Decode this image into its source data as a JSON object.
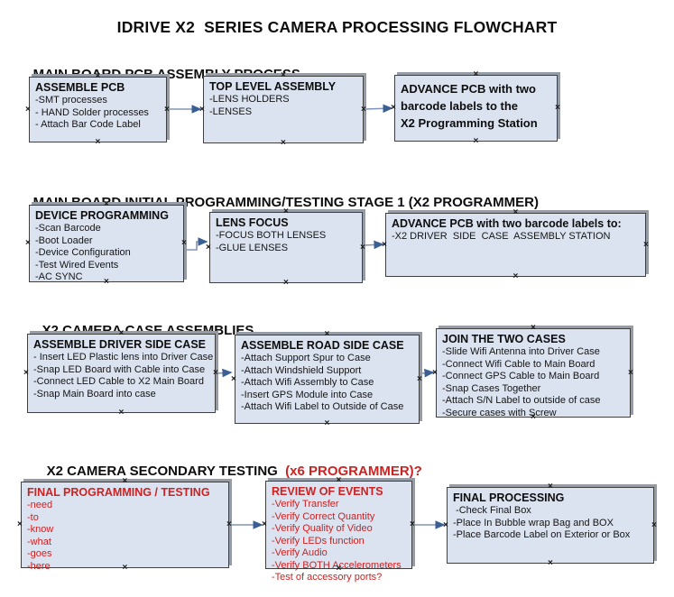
{
  "title": "IDRIVE X2  SERIES CAMERA PROCESSING FLOWCHART",
  "sections": [
    {
      "heading": "MAIN BOARD PCB ASSEMBLY PROCESS",
      "heading_red": ""
    },
    {
      "heading": "MAIN BOARD INITIAL PROGRAMMING/TESTING STAGE 1 (X2 PROGRAMMER)",
      "heading_red": ""
    },
    {
      "heading": "X2 CAMERA CASE ASSEMBLIES",
      "heading_red": ""
    },
    {
      "heading": "X2 CAMERA SECONDARY TESTING  ",
      "heading_red": "(x6 PROGRAMMER)?"
    }
  ],
  "boxes": {
    "assemble_pcb": {
      "title": "ASSEMBLE PCB",
      "items": [
        "-SMT processes",
        "- HAND Solder processes",
        "- Attach Bar Code Label"
      ]
    },
    "top_level_assembly": {
      "title": "TOP LEVEL ASSEMBLY",
      "items": [
        "-LENS HOLDERS",
        "-LENSES"
      ]
    },
    "advance_pcb_station": {
      "title": "ADVANCE PCB with two\nbarcode labels to the\n X2 Programming Station",
      "items": []
    },
    "device_programming": {
      "title": "DEVICE PROGRAMMING",
      "items": [
        "-Scan Barcode",
        "-Boot Loader",
        "-Device Configuration",
        "-Test Wired Events",
        "-AC SYNC"
      ]
    },
    "lens_focus": {
      "title": "LENS FOCUS",
      "items": [
        "-FOCUS BOTH LENSES",
        "-GLUE LENSES"
      ]
    },
    "advance_pcb_driver": {
      "title": "ADVANCE PCB with two barcode labels to:",
      "items": [
        "-X2 DRIVER  SIDE  CASE  ASSEMBLY STATION"
      ]
    },
    "assemble_driver_side_case": {
      "title": "ASSEMBLE DRIVER SIDE CASE",
      "items": [
        "- Insert LED Plastic lens into Driver Case",
        "-Snap LED Board with Cable into Case",
        "-Connect LED Cable to X2 Main Board",
        "-Snap Main Board into case"
      ]
    },
    "assemble_road_side_case": {
      "title": "ASSEMBLE ROAD SIDE CASE",
      "items": [
        "-Attach Support Spur to Case",
        "-Attach Windshield Support",
        "-Attach Wifi Assembly to Case",
        "-Insert GPS Module into Case",
        "-Attach Wifi Label to Outside of Case"
      ]
    },
    "join_the_two_cases": {
      "title": "JOIN THE TWO CASES",
      "items": [
        "-Slide Wifi Antenna into Driver Case",
        "-Connect Wifi Cable to Main Board",
        "-Connect GPS Cable to Main Board",
        "-Snap Cases Together",
        "-Attach S/N Label to outside of case",
        "-Secure cases with Screw"
      ]
    },
    "final_programming_testing": {
      "title": "FINAL PROGRAMMING / TESTING",
      "items": [
        "-need",
        "-to",
        "-know",
        "-what",
        "-goes",
        "-here"
      ]
    },
    "review_of_events": {
      "title": "REVIEW OF EVENTS",
      "items": [
        "-Verify Transfer",
        "-Verify Correct Quantity",
        "-Verify Quality of Video",
        "-Verify LEDs function",
        "-Verify Audio",
        "-Verify BOTH Accelerometers",
        "-Test of accessory ports?"
      ]
    },
    "final_processing": {
      "title": "FINAL PROCESSING",
      "items": [
        " -Check Final Box",
        "-Place In Bubble wrap Bag and BOX",
        "-Place Barcode Label on Exterior or Box"
      ]
    }
  },
  "flow": [
    {
      "from": "assemble_pcb",
      "to": "top_level_assembly"
    },
    {
      "from": "top_level_assembly",
      "to": "advance_pcb_station"
    },
    {
      "from": "device_programming",
      "to": "lens_focus"
    },
    {
      "from": "lens_focus",
      "to": "advance_pcb_driver"
    },
    {
      "from": "assemble_driver_side_case",
      "to": "assemble_road_side_case"
    },
    {
      "from": "assemble_road_side_case",
      "to": "join_the_two_cases"
    },
    {
      "from": "final_programming_testing",
      "to": "review_of_events"
    },
    {
      "from": "review_of_events",
      "to": "final_processing"
    }
  ],
  "icons": {
    "anchor_mark": "×"
  },
  "colors": {
    "box_fill": "#dce3f0",
    "box_border": "#3f3f3f",
    "box_shadow": "#969ca6",
    "red_text": "#cc2222",
    "arrow_line": "#8093b5",
    "arrow_head": "#3a5f94",
    "text": "#111111"
  }
}
